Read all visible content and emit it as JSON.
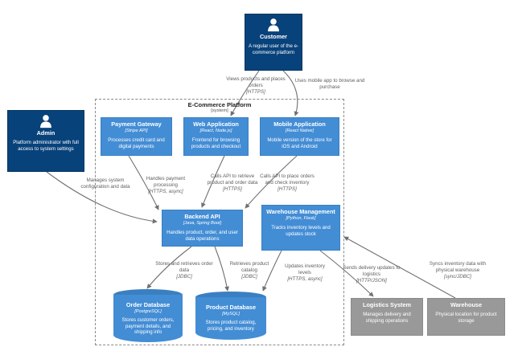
{
  "boundary": {
    "title": "E-Commerce Platform",
    "subtitle": "[system]"
  },
  "colors": {
    "person_fill": "#08427b",
    "container_fill": "#438dd5",
    "external_fill": "#999999",
    "edge": "#707070"
  },
  "nodes": {
    "customer": {
      "title": "Customer",
      "desc": "A regular user of the e-commerce platform"
    },
    "admin": {
      "title": "Admin",
      "desc": "Platform administrator with full access to system settings"
    },
    "payment_gateway": {
      "title": "Payment Gateway",
      "tech": "[Stripe API]",
      "desc": "Processes credit card and digital payments"
    },
    "web_app": {
      "title": "Web Application",
      "tech": "[React, Node.js]",
      "desc": "Frontend for browsing products and checkout"
    },
    "mobile_app": {
      "title": "Mobile Application",
      "tech": "[React Native]",
      "desc": "Mobile version of the store for iOS and Android"
    },
    "backend_api": {
      "title": "Backend API",
      "tech": "[Java, Spring Boot]",
      "desc": "Handles product, order, and user data operations"
    },
    "warehouse_mgmt": {
      "title": "Warehouse Management",
      "tech": "[Python, Flask]",
      "desc": "Tracks inventory levels and updates stock"
    },
    "order_db": {
      "title": "Order Database",
      "tech": "[PostgreSQL]",
      "desc": "Stores customer orders, payment details, and shipping info"
    },
    "product_db": {
      "title": "Product Database",
      "tech": "[MySQL]",
      "desc": "Stores product catalog, pricing, and inventory"
    },
    "logistics": {
      "title": "Logistics System",
      "desc": "Manages delivery and shipping operations"
    },
    "warehouse": {
      "title": "Warehouse",
      "desc": "Physical location for product storage"
    }
  },
  "edges": {
    "customer_web": {
      "label": "Views products and places orders",
      "tech": "[HTTPS]"
    },
    "customer_mobile": {
      "label": "Uses mobile app to browse and purchase"
    },
    "admin_backend": {
      "label": "Manages system configuration and data"
    },
    "payment_backend": {
      "label": "Handles payment processing",
      "tech": "[HTTPS, async]"
    },
    "web_backend": {
      "label": "Calls API to retrieve product and order data",
      "tech": "[HTTPS]"
    },
    "mobile_backend": {
      "label": "Calls API to place orders and check inventory",
      "tech": "[HTTPS]"
    },
    "backend_orderdb": {
      "label": "Stores and retrieves order data",
      "tech": "[JDBC]"
    },
    "backend_productdb": {
      "label": "Retrieves product catalog",
      "tech": "[JDBC]"
    },
    "wm_productdb": {
      "label": "Updates inventory levels",
      "tech": "[HTTPS, async]"
    },
    "wm_logistics": {
      "label": "Sends delivery updates to logistics",
      "tech": "[HTTP/JSON]"
    },
    "warehouse_wm": {
      "label": "Syncs inventory data with physical warehouse",
      "tech": "[sync/JDBC]"
    }
  }
}
